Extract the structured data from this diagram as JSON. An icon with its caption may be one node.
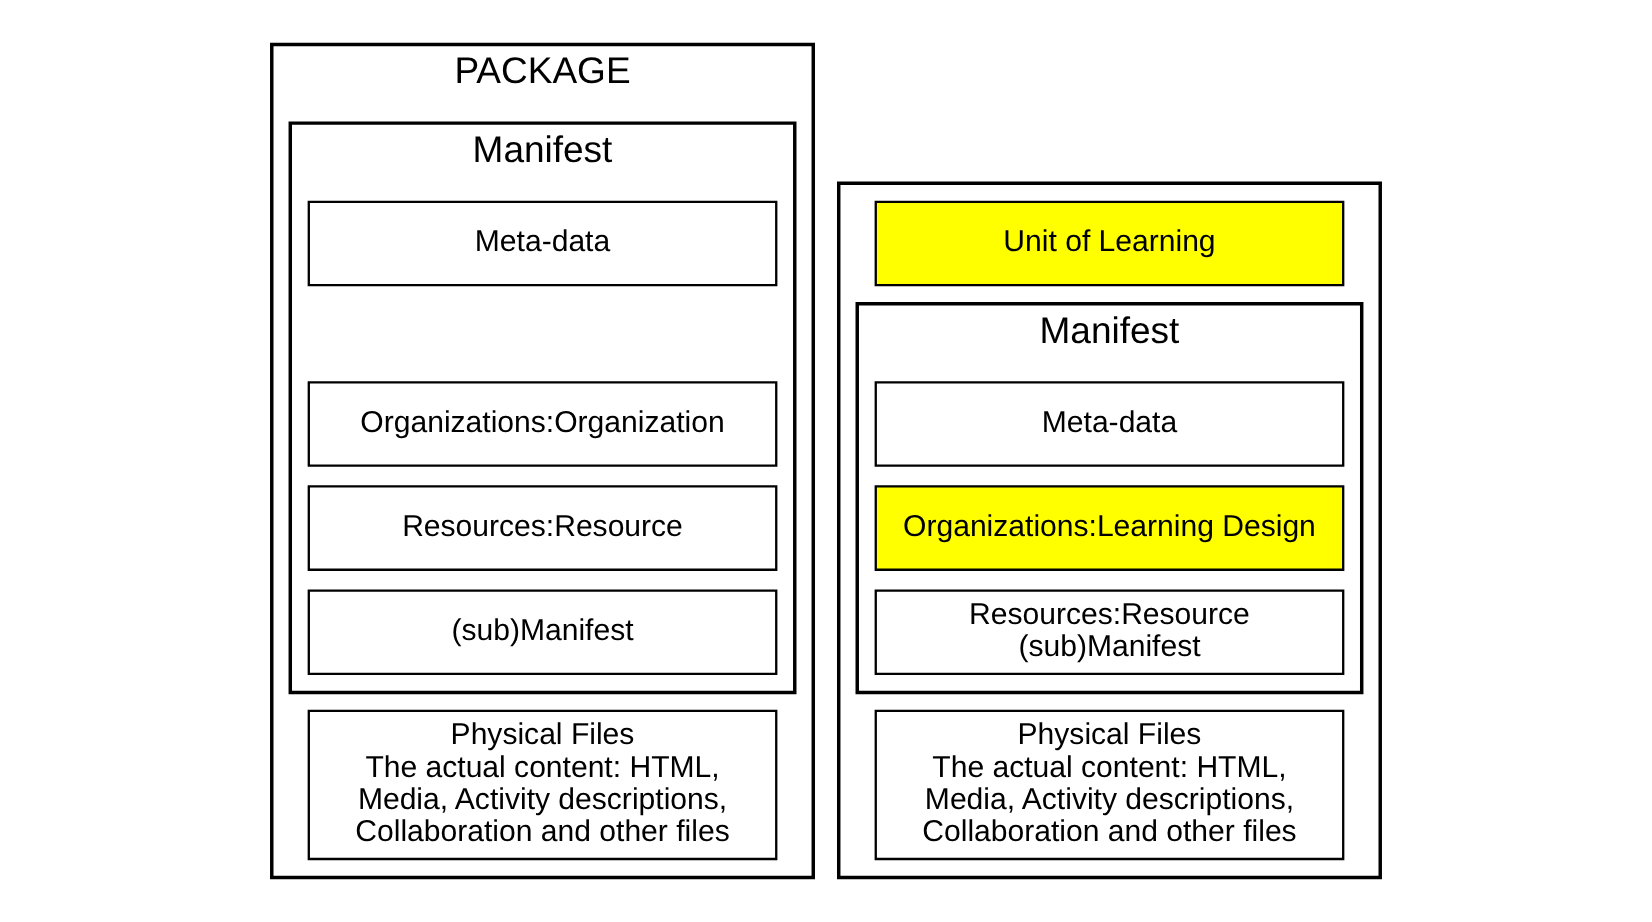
{
  "diagram": {
    "nodes": [
      {
        "text": [
          "PACKAGE"
        ]
      },
      {
        "text": [
          "Manifest"
        ],
        "in": 0
      },
      {
        "text": [
          "Meta-data"
        ],
        "in": 1
      },
      {
        "text": [
          "Organizations:Organization"
        ],
        "in": 1
      },
      {
        "text": [
          "Resources:Resource"
        ],
        "in": 1
      },
      {
        "text": [
          "(sub)Manifest"
        ],
        "in": 1
      },
      {
        "text": [
          "Physical Files",
          "The actual content: HTML, Media, Activity descriptions, Collaboration and other files"
        ],
        "in": 0
      },
      {
        "text": [],
        "shape": "box"
      },
      {
        "text": [
          "Unit of Learning"
        ],
        "in": 7
      },
      {
        "text": [
          "Manifest"
        ],
        "in": 7
      },
      {
        "text": [
          "Meta-data"
        ],
        "in": 9
      },
      {
        "text": [
          "Organizations:Learning Design"
        ],
        "in": 9
      },
      {
        "text": [
          "Resources:Resource",
          "(sub)Manifest"
        ],
        "in": 9
      },
      {
        "text": [
          "Physical Files",
          "The actual content: HTML, Media, Activity descriptions, Collaboration and other files"
        ],
        "in": 7
      }
    ]
  }
}
